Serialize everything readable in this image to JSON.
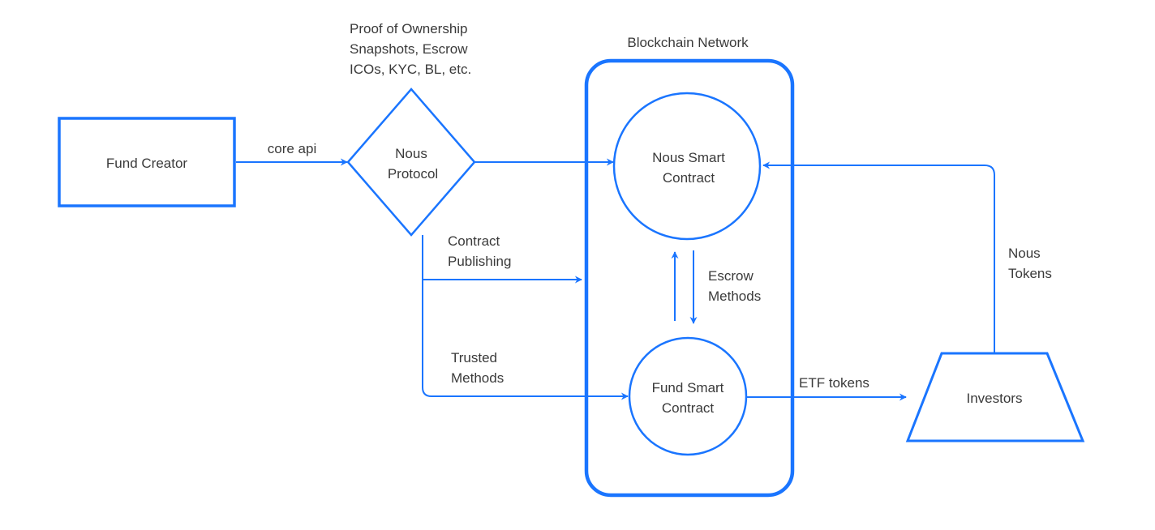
{
  "colors": {
    "stroke": "#1a75ff",
    "text": "#3a3a3a",
    "background": "#ffffff"
  },
  "nodes": {
    "fund_creator": {
      "label": "Fund Creator",
      "shape": "rectangle"
    },
    "nous_protocol": {
      "label_lines": [
        "Nous",
        "Protocol"
      ],
      "shape": "diamond"
    },
    "nous_protocol_note": {
      "lines": [
        "Proof of Ownership",
        "Snapshots, Escrow",
        "ICOs, KYC, BL, etc."
      ]
    },
    "blockchain_network": {
      "label": "Blockchain Network",
      "shape": "rounded-rectangle"
    },
    "nous_smart_contract": {
      "label_lines": [
        "Nous Smart",
        "Contract"
      ],
      "shape": "circle"
    },
    "fund_smart_contract": {
      "label_lines": [
        "Fund Smart",
        "Contract"
      ],
      "shape": "circle"
    },
    "investors": {
      "label": "Investors",
      "shape": "trapezoid"
    }
  },
  "edges": {
    "core_api": {
      "label": "core api",
      "from": "Fund Creator",
      "to": "Nous Protocol"
    },
    "protocol_to_nous": {
      "label": "",
      "from": "Nous Protocol",
      "to": "Nous Smart Contract"
    },
    "contract_publishing": {
      "label_lines": [
        "Contract",
        "Publishing"
      ],
      "from": "Nous Protocol",
      "to": "Blockchain Network"
    },
    "trusted_methods": {
      "label_lines": [
        "Trusted",
        "Methods"
      ],
      "from": "Nous Protocol",
      "to": "Fund Smart Contract"
    },
    "escrow_methods": {
      "label_lines": [
        "Escrow",
        "Methods"
      ],
      "between": [
        "Nous Smart Contract",
        "Fund Smart Contract"
      ]
    },
    "etf_tokens": {
      "label": "ETF tokens",
      "from": "Fund Smart Contract",
      "to": "Investors"
    },
    "nous_tokens": {
      "label_lines": [
        "Nous",
        "Tokens"
      ],
      "from": "Investors",
      "to": "Nous Smart Contract"
    }
  }
}
